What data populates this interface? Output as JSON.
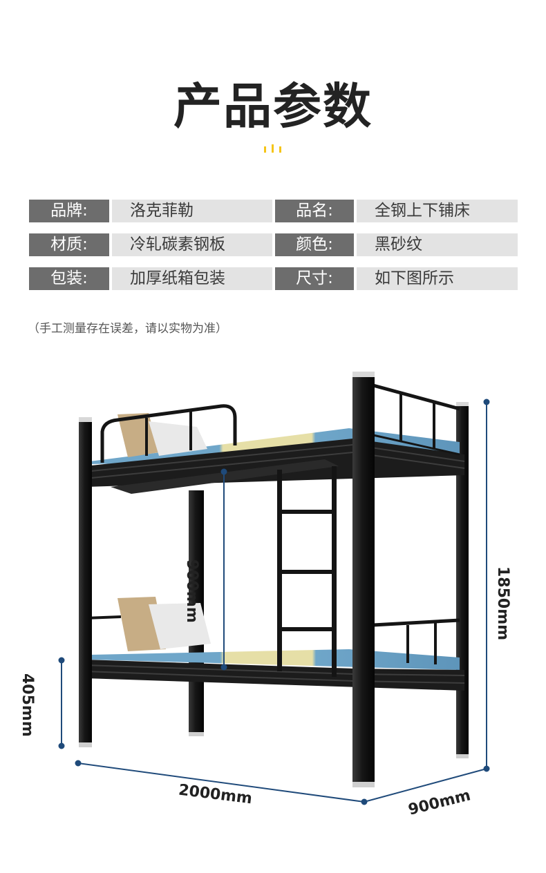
{
  "heading": "产品参数",
  "colors": {
    "accent": "#f5c518",
    "dimension_line": "#1f4a7a",
    "label_bg": "#6d6d6d",
    "value_bg": "#e3e3e3"
  },
  "params": [
    {
      "label1": "品牌:",
      "value1": "洛克菲勒",
      "label2": "品名:",
      "value2": "全钢上下铺床"
    },
    {
      "label1": "材质:",
      "value1": "冷轧碳素钢板",
      "label2": "颜色:",
      "value2": "黑砂纹"
    },
    {
      "label1": "包装:",
      "value1": "加厚纸箱包装",
      "label2": "尺寸:",
      "value2": "如下图所示"
    }
  ],
  "note": "（手工测量存在误差，请以实物为准）",
  "dimensions": {
    "bed_gap": "900mm",
    "total_height": "1850mm",
    "bottom_height": "405mm",
    "length": "2000mm",
    "width": "900mm"
  }
}
